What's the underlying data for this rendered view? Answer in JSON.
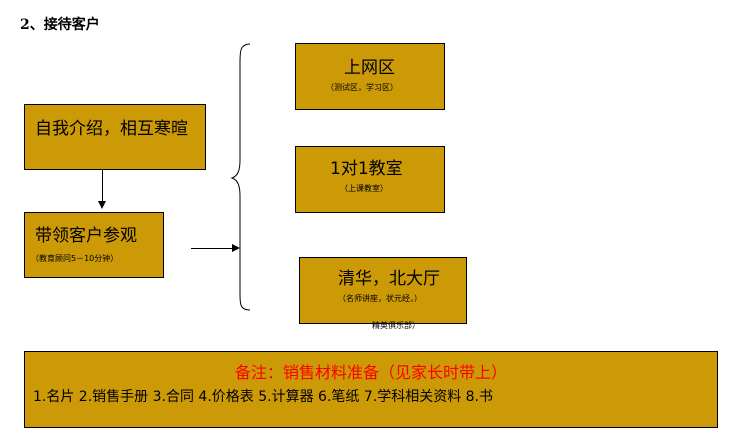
{
  "heading": "2、接待客户",
  "boxes": {
    "intro": {
      "title": "自我介绍，相互寒暄"
    },
    "tour": {
      "title": "带领客户参观",
      "sub": "（教育顾问5－10分钟）"
    },
    "internet": {
      "title": "上网区",
      "sub": "（测试区，学习区）"
    },
    "one_on_one": {
      "title": "1对1教室",
      "sub": "（上课教室）"
    },
    "hall": {
      "title": "清华，北大厅",
      "sub": "（名师讲座，状元经，）"
    }
  },
  "hall_extra": "精英俱乐部）",
  "note": {
    "title": "备注：销售材料准备（见家长时带上）",
    "items": "1.名片 2.销售手册 3.合同 4.价格表 5.计算器 6.笔纸 7.学科相关资料 8.书"
  },
  "colors": {
    "box_fill": "#cc9a06",
    "note_title": "#ff0000"
  }
}
